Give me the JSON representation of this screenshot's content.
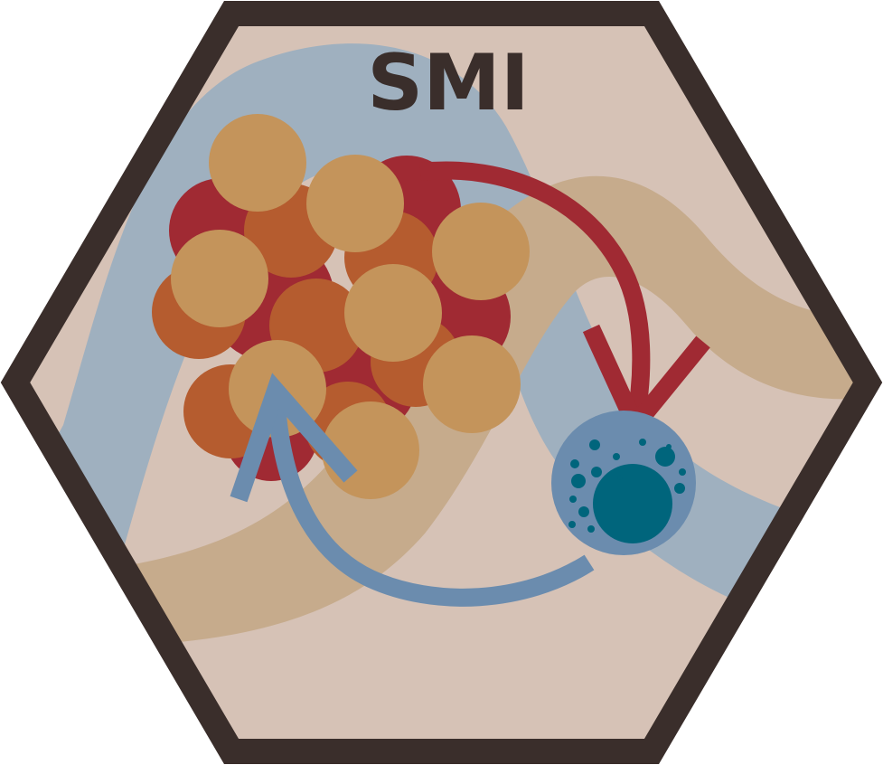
{
  "logo": {
    "title": "SMI",
    "colors": {
      "border": "#3a2e2b",
      "background": "#d6c2b6",
      "blue_band": "#9fb0bf",
      "tan_band": "#c6ab8c",
      "cell_dark_red": "#a02a33",
      "cell_orange": "#b55c2f",
      "cell_tan": "#c4945b",
      "red_arrow": "#a02a33",
      "blue_arrow": "#6b8cae",
      "immune_cell": "#6b8cae",
      "immune_nucleus": "#00657c"
    },
    "icons": [
      "tumor-cell-cluster",
      "red-curved-arrow",
      "blue-curved-arrow",
      "immune-cell-icon"
    ]
  }
}
